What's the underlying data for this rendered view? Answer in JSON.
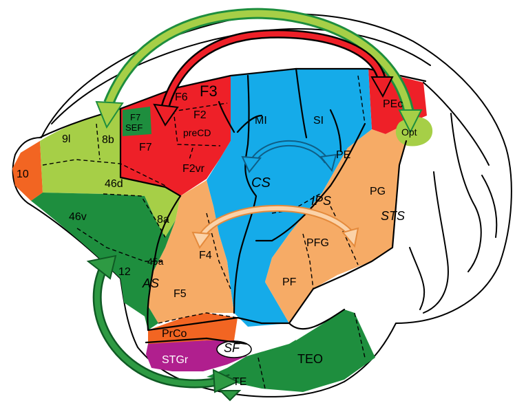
{
  "colors": {
    "red": "#ee2028",
    "blue": "#15abe9",
    "orange": "#f6ab66",
    "dark_orange": "#f26522",
    "light_green": "#a6cf47",
    "dark_green": "#1e8e3e",
    "purple": "#b01f8e",
    "mid_green": "#2e9a43",
    "arrow_green_fill": "#a6cf47",
    "arrow_green_stroke": "#1e8e3e",
    "arrow_red_fill": "#ee2028",
    "arrow_orange_fill": "#fbd2a8",
    "arrow_orange_stroke": "#e48a3c",
    "arrow_blue_stroke": "#0f5e86"
  },
  "labels": {
    "f3": "F3",
    "f6": "F6",
    "f2": "F2",
    "precd": "preCD",
    "f7_small": "F7",
    "sef": "SEF",
    "f7": "F7",
    "f2vr": "F2vr",
    "mi": "MI",
    "si": "SI",
    "pec": "PEc",
    "opt": "Opt",
    "a10": "10",
    "a9l": "9l",
    "a8b": "8b",
    "a46d": "46d",
    "a46v": "46v",
    "a8a": "8a",
    "a12": "12",
    "a45a": "45a",
    "as": "AS",
    "f4": "F4",
    "f5": "F5",
    "prco": "PrCo",
    "cs": "CS",
    "pe": "PE",
    "ips": "IPS",
    "pg": "PG",
    "sts": "STS",
    "pfg": "PFG",
    "pf": "PF",
    "sf": "SF",
    "stgr": "STGr",
    "teo": "TEO",
    "te": "TE"
  }
}
